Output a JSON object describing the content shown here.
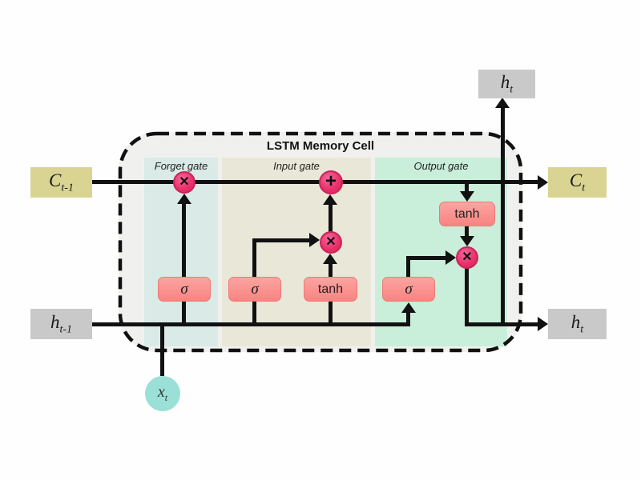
{
  "title": "LSTM Memory Cell",
  "gates": [
    {
      "label": "Forget gate",
      "color": "#d9eae7"
    },
    {
      "label": "Input gate",
      "color": "#e9e7d8"
    },
    {
      "label": "Output gate",
      "color": "#c9eeda"
    }
  ],
  "io": {
    "c_prev": {
      "base": "C",
      "sub": "t-1"
    },
    "h_prev": {
      "base": "h",
      "sub": "t-1"
    },
    "c_next": {
      "base": "C",
      "sub": "t"
    },
    "h_out_top": {
      "base": "h",
      "sub": "t"
    },
    "h_out_right": {
      "base": "h",
      "sub": "t"
    },
    "x_in": {
      "base": "x",
      "sub": "t"
    }
  },
  "ops": {
    "sigma": "σ",
    "tanh": "tanh",
    "multiply": "✕",
    "add": "+"
  },
  "colors": {
    "cell_bg": "#f0f1ee",
    "forget_band": "#d9eae7",
    "input_band": "#e9e7d8",
    "output_band": "#c9eeda",
    "node_pink": "#e73069",
    "op_box_pink": "#f98f8d",
    "c_box_khaki": "#d9d492",
    "h_box_gray": "#c9c9c9",
    "x_node_teal": "#9ae0d6",
    "line_black": "#111111"
  }
}
